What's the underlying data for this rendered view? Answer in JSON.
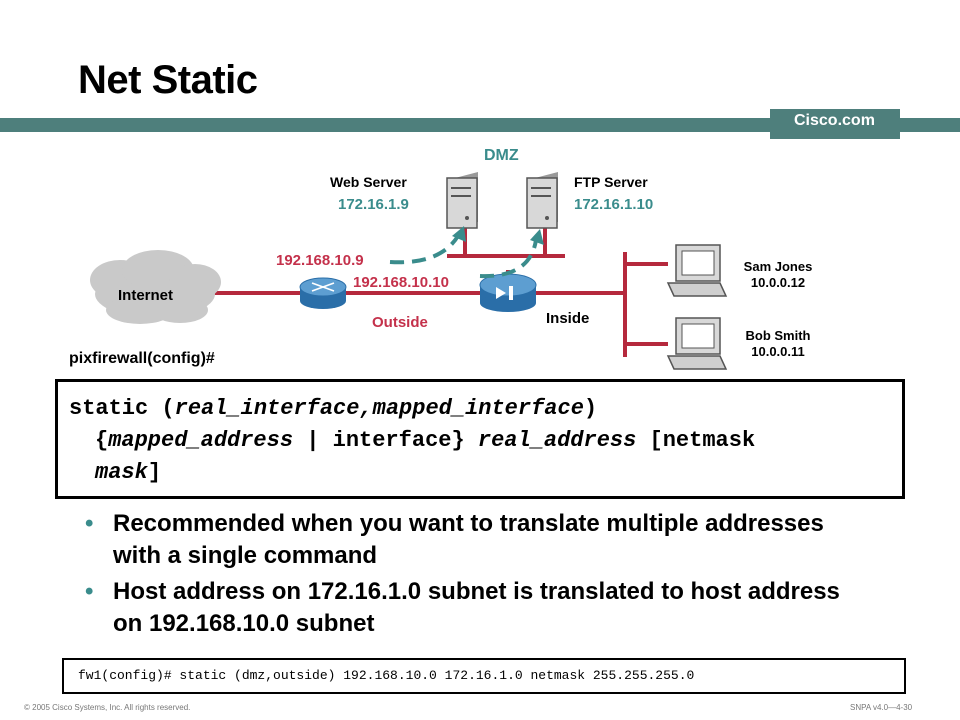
{
  "header": {
    "title": "Net Static",
    "brand": "Cisco.com"
  },
  "diagram": {
    "dmz_label": "DMZ",
    "web_server": {
      "name": "Web Server",
      "ip": "172.16.1.9"
    },
    "ftp_server": {
      "name": "FTP Server",
      "ip": "172.16.1.10"
    },
    "internet_label": "Internet",
    "mapped_ip_1": "192.168.10.9",
    "mapped_ip_2": "192.168.10.10",
    "outside_label": "Outside",
    "inside_label": "Inside",
    "host1": {
      "name": "Sam Jones",
      "ip": "10.0.0.12"
    },
    "host2": {
      "name": "Bob Smith",
      "ip": "10.0.0.11"
    },
    "prompt": "pixfirewall(config)#"
  },
  "syntax": {
    "l1_cmd": "static (",
    "l1_arg": "real_interface,mapped_interface",
    "l1_end": ")",
    "l2_open": "{",
    "l2_arg1": "mapped_address",
    "l2_mid": " | interface} ",
    "l2_arg2": "real_address",
    "l2_end": " [netmask",
    "l3_arg": "mask",
    "l3_end": "]"
  },
  "bullets": [
    "Recommended when you want to translate multiple addresses with a single command",
    "Host address on 172.16.1.0 subnet is translated to host address on 192.168.10.0 subnet"
  ],
  "example_command": "fw1(config)# static (dmz,outside) 192.168.10.0 172.16.1.0 netmask 255.255.255.0",
  "footer": {
    "copyright": "© 2005 Cisco Systems, Inc. All rights reserved.",
    "course": "SNPA v4.0—4-30"
  },
  "colors": {
    "accent_teal": "#4e7f7c",
    "label_teal": "#3a8c8c",
    "link_red": "#c4314b"
  }
}
